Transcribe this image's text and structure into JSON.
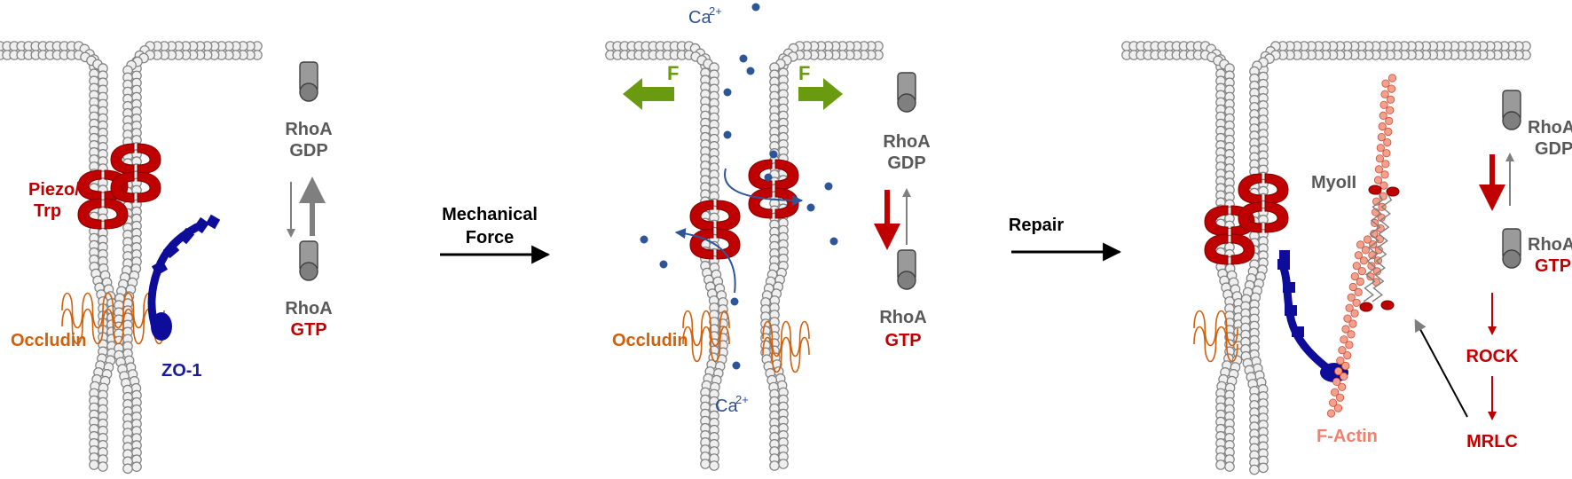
{
  "colors": {
    "membrane_fill": "#efefef",
    "membrane_stroke": "#7f7f7f",
    "channel": "#c00000",
    "zo1": "#0d0d9a",
    "occludin": "#d0600c",
    "calcium": "#2e5597",
    "force_arrow": "#6a9a10",
    "actin": "#f4a08c",
    "actin_stroke": "#c8503c",
    "red_arrow": "#c00000",
    "gray_arrow": "#7f7f7f",
    "rhoa_body": "#7f7f7f"
  },
  "panel1": {
    "channel_label_line1": "Piezo/",
    "channel_label_line2": "Trp",
    "occludin_label": "Occludin",
    "zo1_label": "ZO-1",
    "rhoa_top_name": "RhoA",
    "rhoa_top_state": "GDP",
    "rhoa_bottom_name": "RhoA",
    "rhoa_bottom_state": "GTP"
  },
  "transition1": {
    "line1": "Mechanical",
    "line2": "Force"
  },
  "panel2": {
    "calcium_label": "Ca",
    "calcium_superscript": "2+",
    "force_label_left": "F",
    "force_label_right": "F",
    "occludin_label": "Occludin",
    "rhoa_top_name": "RhoA",
    "rhoa_top_state": "GDP",
    "rhoa_bottom_name": "RhoA",
    "rhoa_bottom_state": "GTP"
  },
  "transition2": {
    "line1": "Repair"
  },
  "panel3": {
    "myosin_label": "MyoII",
    "actin_label": "F-Actin",
    "rhoa_top_name": "RhoA",
    "rhoa_top_state": "GDP",
    "rhoa_bottom_name": "RhoA",
    "rhoa_bottom_state": "GTP",
    "rock_label": "ROCK",
    "mrlc_label": "MRLC"
  }
}
